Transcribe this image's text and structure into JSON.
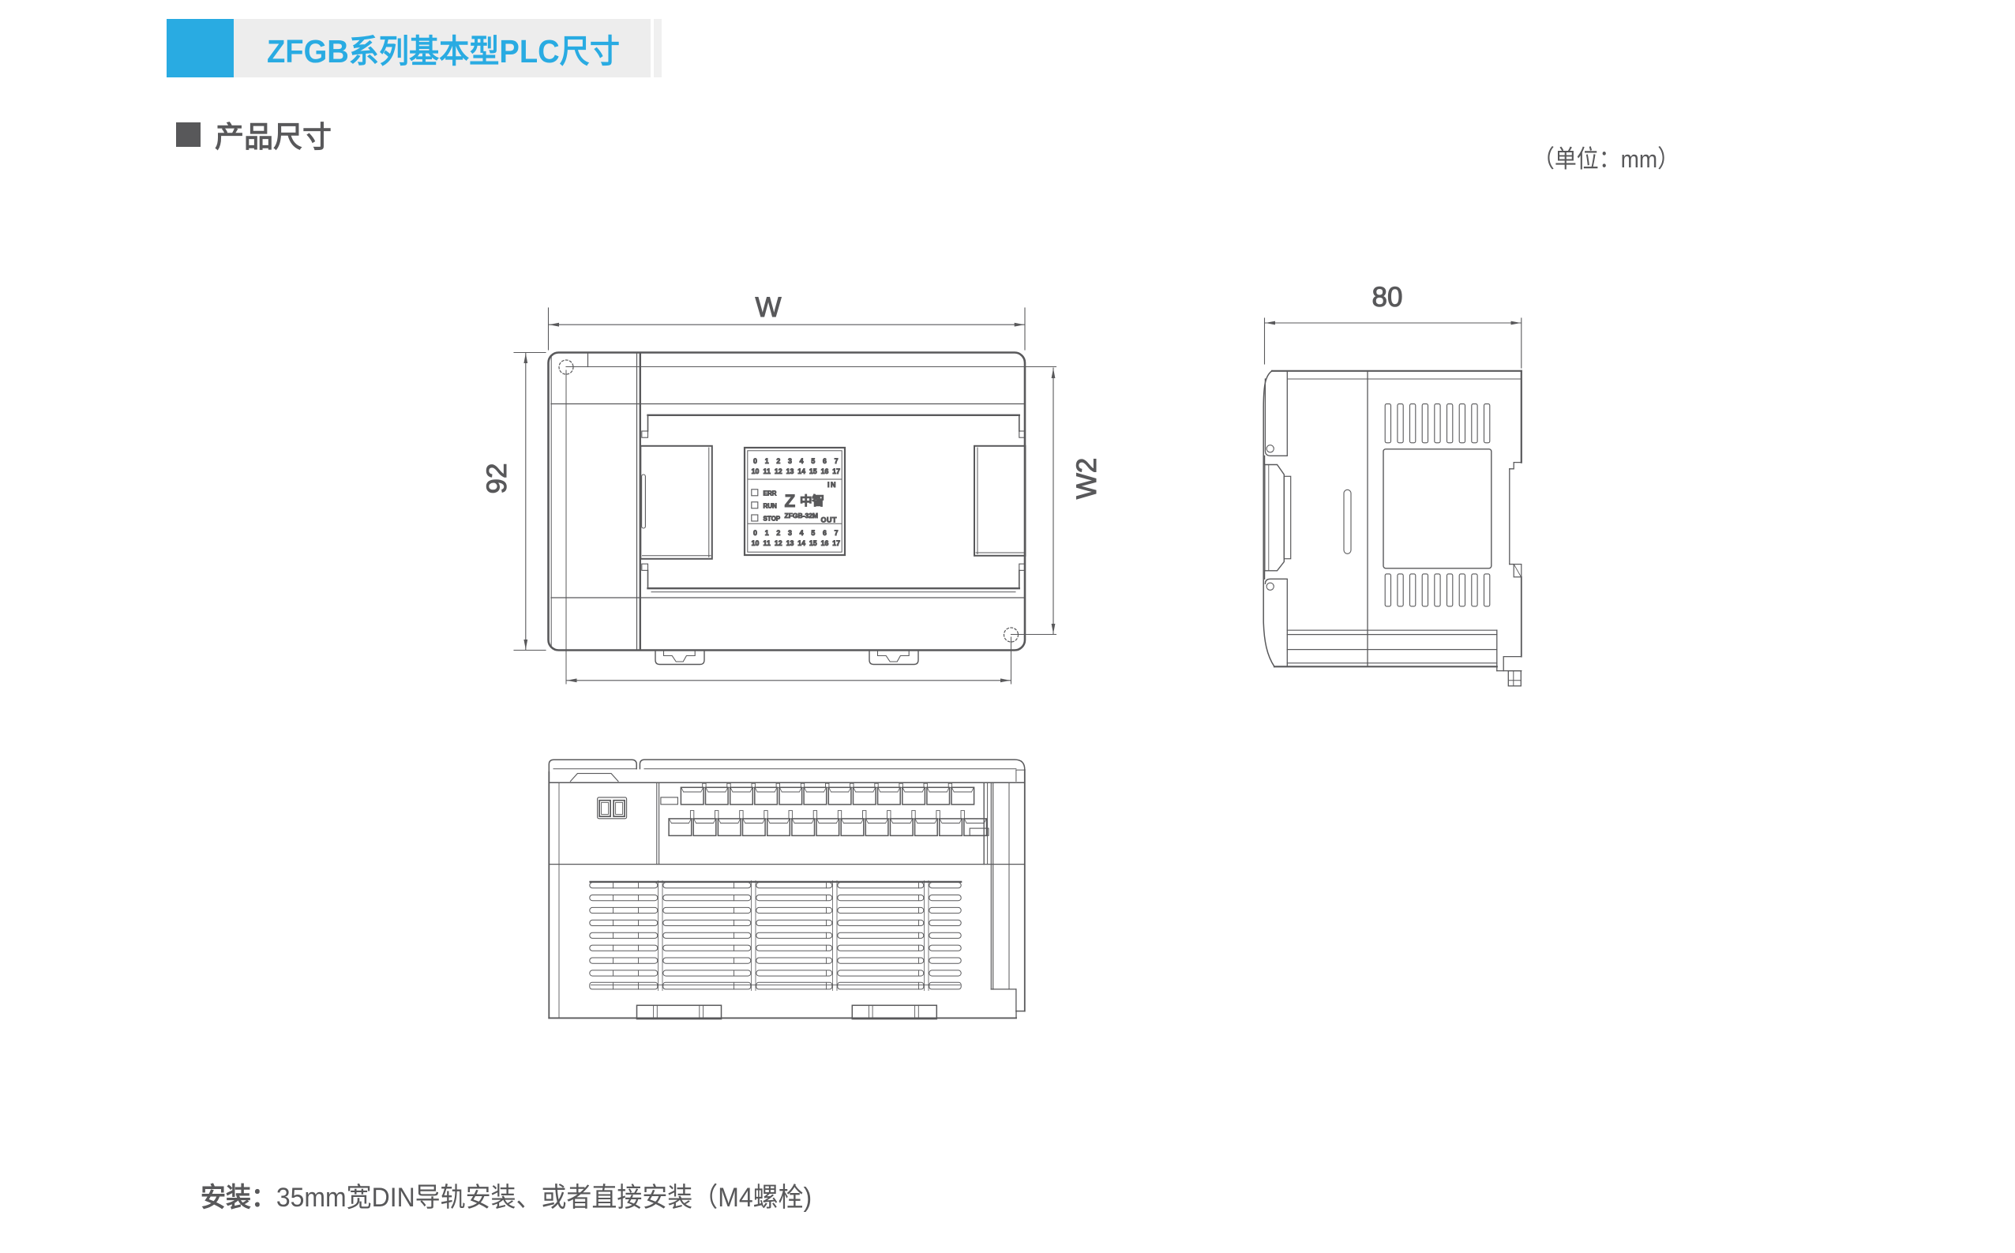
{
  "colors": {
    "accent": "#29abe2",
    "banner_bg": "#ededed",
    "ink": "#59595b",
    "text": "#58585a"
  },
  "header": {
    "title": "ZFGB系列基本型PLC尺寸"
  },
  "section": {
    "title": "产品尺寸"
  },
  "units_note": "（单位：mm）",
  "drawing": {
    "front_view": {
      "dim_w": "W",
      "dim_h": "92",
      "dim_w2": "W2",
      "panel": {
        "rows": [
          [
            "0",
            "1",
            "2",
            "3",
            "4",
            "5",
            "6",
            "7"
          ],
          [
            "10",
            "11",
            "12",
            "13",
            "14",
            "15",
            "16",
            "17"
          ]
        ],
        "in_label": "IN",
        "out_label": "OUT",
        "status": [
          "ERR",
          "RUN",
          "STOP"
        ],
        "logo_mark": "Z",
        "logo_name": "中智",
        "model": "ZFGB-32M"
      }
    },
    "side_view": {
      "dim_depth": "80"
    }
  },
  "footer": {
    "label": "安装：",
    "text": "35mm宽DIN导轨安装、或者直接安装（M4螺栓)"
  }
}
